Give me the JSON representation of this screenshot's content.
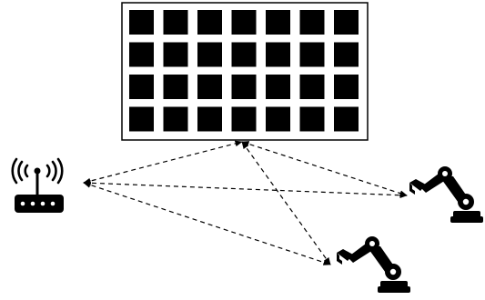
{
  "diagram": {
    "colors": {
      "stroke": "#000000",
      "fill": "#000000",
      "background": "#ffffff"
    },
    "nodes": [
      {
        "id": "ris-panel",
        "kind": "reflecting-surface",
        "icon": "element-grid-icon",
        "rows": 4,
        "cols": 7
      },
      {
        "id": "access-point",
        "kind": "transmitter",
        "icon": "wifi-router-icon"
      },
      {
        "id": "robot-arm-right",
        "kind": "receiver",
        "icon": "robot-arm-icon"
      },
      {
        "id": "robot-arm-lower",
        "kind": "receiver",
        "icon": "robot-arm-icon"
      }
    ],
    "links": [
      {
        "from": "access-point",
        "to": "ris-panel",
        "style": "dashed",
        "arrow": "both"
      },
      {
        "from": "access-point",
        "to": "robot-arm-right",
        "style": "dashed",
        "arrow": "both"
      },
      {
        "from": "access-point",
        "to": "robot-arm-lower",
        "style": "dashed",
        "arrow": "both"
      },
      {
        "from": "ris-panel",
        "to": "robot-arm-right",
        "style": "dashed",
        "arrow": "both"
      },
      {
        "from": "ris-panel",
        "to": "robot-arm-lower",
        "style": "dashed",
        "arrow": "both"
      }
    ]
  }
}
